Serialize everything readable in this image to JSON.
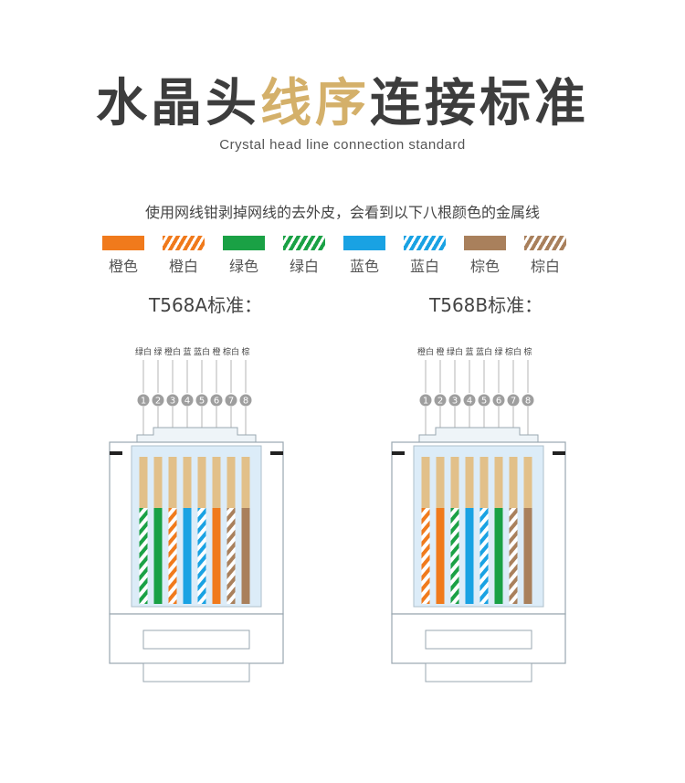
{
  "title": {
    "part1": "水晶头",
    "highlight": "线序",
    "part2": "连接标准"
  },
  "subtitle": "Crystal head line connection standard",
  "description": "使用网线钳剥掉网线的去外皮，会看到以下八根颜色的金属线",
  "colors": {
    "orange": "#f07a1c",
    "green": "#1aa145",
    "blue": "#19a2e3",
    "brown": "#a9805c",
    "gold": "#e2c089",
    "title_highlight": "#d4b06a"
  },
  "swatches": [
    {
      "label": "橙色",
      "color": "orange",
      "striped": false
    },
    {
      "label": "橙白",
      "color": "orange",
      "striped": true
    },
    {
      "label": "绿色",
      "color": "green",
      "striped": false
    },
    {
      "label": "绿白",
      "color": "green",
      "striped": true
    },
    {
      "label": "蓝色",
      "color": "blue",
      "striped": false
    },
    {
      "label": "蓝白",
      "color": "blue",
      "striped": true
    },
    {
      "label": "棕色",
      "color": "brown",
      "striped": false
    },
    {
      "label": "棕白",
      "color": "brown",
      "striped": true
    }
  ],
  "standards": [
    {
      "name": "T568A标准：",
      "pins": [
        {
          "num": "1",
          "label": "绿白",
          "color": "green",
          "striped": true
        },
        {
          "num": "2",
          "label": "绿",
          "color": "green",
          "striped": false
        },
        {
          "num": "3",
          "label": "橙白",
          "color": "orange",
          "striped": true
        },
        {
          "num": "4",
          "label": "蓝",
          "color": "blue",
          "striped": false
        },
        {
          "num": "5",
          "label": "蓝白",
          "color": "blue",
          "striped": true
        },
        {
          "num": "6",
          "label": "橙",
          "color": "orange",
          "striped": false
        },
        {
          "num": "7",
          "label": "棕白",
          "color": "brown",
          "striped": true
        },
        {
          "num": "8",
          "label": "棕",
          "color": "brown",
          "striped": false
        }
      ]
    },
    {
      "name": "T568B标准：",
      "pins": [
        {
          "num": "1",
          "label": "橙白",
          "color": "orange",
          "striped": true
        },
        {
          "num": "2",
          "label": "橙",
          "color": "orange",
          "striped": false
        },
        {
          "num": "3",
          "label": "绿白",
          "color": "green",
          "striped": true
        },
        {
          "num": "4",
          "label": "蓝",
          "color": "blue",
          "striped": false
        },
        {
          "num": "5",
          "label": "蓝白",
          "color": "blue",
          "striped": true
        },
        {
          "num": "6",
          "label": "绿",
          "color": "green",
          "striped": false
        },
        {
          "num": "7",
          "label": "棕白",
          "color": "brown",
          "striped": true
        },
        {
          "num": "8",
          "label": "棕",
          "color": "brown",
          "striped": false
        }
      ]
    }
  ]
}
